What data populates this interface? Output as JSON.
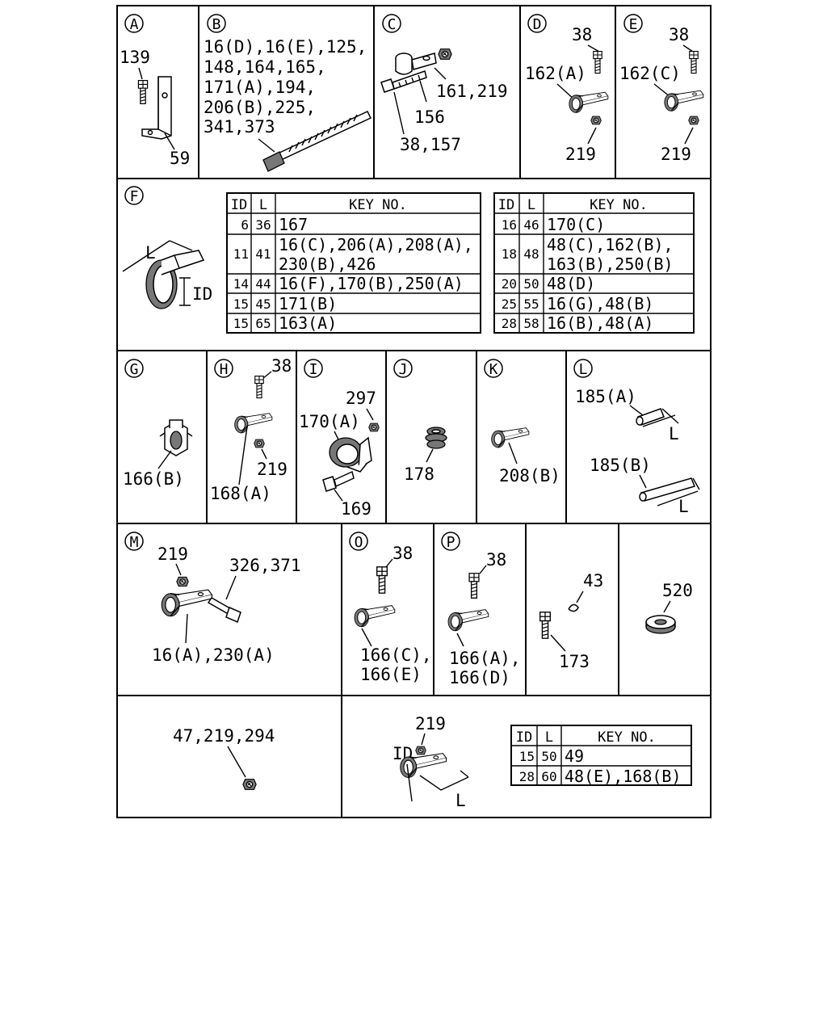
{
  "sections": {
    "A": {
      "letter": "A",
      "labels": {
        "bolt": "139",
        "bracket": "59"
      }
    },
    "B": {
      "letter": "B",
      "lines": [
        "16(D),16(E),125,",
        "148,164,165,",
        "171(A),194,",
        "206(B),225,",
        "341,373"
      ]
    },
    "C": {
      "letter": "C",
      "labels": {
        "nut": "161,219",
        "clip": "156",
        "bolt": "38,157"
      }
    },
    "D": {
      "letter": "D",
      "labels": {
        "bolt": "38",
        "clamp": "162(A)",
        "nut": "219"
      }
    },
    "E": {
      "letter": "E",
      "labels": {
        "bolt": "38",
        "clamp": "162(C)",
        "nut": "219"
      }
    },
    "F": {
      "letter": "F",
      "dim_l": "L",
      "dim_id": "ID",
      "table_left": {
        "headers": [
          "ID",
          "L",
          "KEY NO."
        ],
        "rows": [
          [
            "6",
            "36",
            "167"
          ],
          [
            "11",
            "41",
            "16(C),206(A),208(A),",
            "230(B),426"
          ],
          [
            "14",
            "44",
            "16(F),170(B),250(A)"
          ],
          [
            "15",
            "45",
            "171(B)"
          ],
          [
            "15",
            "65",
            "163(A)"
          ]
        ]
      },
      "table_right": {
        "headers": [
          "ID",
          "L",
          "KEY NO."
        ],
        "rows": [
          [
            "16",
            "46",
            "170(C)"
          ],
          [
            "18",
            "48",
            "48(C),162(B),",
            "163(B),250(B)"
          ],
          [
            "20",
            "50",
            "48(D)"
          ],
          [
            "25",
            "55",
            "16(G),48(B)"
          ],
          [
            "28",
            "58",
            "16(B),48(A)"
          ]
        ]
      }
    },
    "G": {
      "letter": "G",
      "labels": {
        "clip": "166(B)"
      }
    },
    "H": {
      "letter": "H",
      "labels": {
        "bolt": "38",
        "nut": "219",
        "clamp": "168(A)"
      }
    },
    "I": {
      "letter": "I",
      "labels": {
        "nut": "297",
        "clamp": "170(A)",
        "bolt": "169"
      }
    },
    "J": {
      "letter": "J",
      "labels": {
        "grommet": "178"
      }
    },
    "K": {
      "letter": "K",
      "labels": {
        "clamp": "208(B)"
      }
    },
    "L": {
      "letter": "L",
      "labels": {
        "short": "185(A)",
        "long": "185(B)",
        "dim_short": "L",
        "dim_long": "L"
      }
    },
    "M": {
      "letter": "M",
      "labels": {
        "nut": "219",
        "bolt": "326,371",
        "clamp": "16(A),230(A)"
      }
    },
    "O": {
      "letter": "O",
      "labels": {
        "bolt": "38",
        "clamp_1": "166(C),",
        "clamp_2": "166(E)"
      }
    },
    "P": {
      "letter": "P",
      "labels": {
        "bolt": "38",
        "clamp_1": "166(A),",
        "clamp_2": "166(D)"
      }
    },
    "Q": {
      "labels": {
        "washer": "43",
        "bolt": "173"
      }
    },
    "R": {
      "labels": {
        "grommet": "520"
      }
    },
    "S": {
      "labels": {
        "nut": "47,219,294"
      }
    },
    "T": {
      "labels": {
        "nut": "219",
        "dim_id": "ID",
        "dim_l": "L"
      },
      "table": {
        "headers": [
          "ID",
          "L",
          "KEY NO."
        ],
        "rows": [
          [
            "15",
            "50",
            "49"
          ],
          [
            "28",
            "60",
            "48(E),168(B)"
          ]
        ]
      }
    }
  }
}
